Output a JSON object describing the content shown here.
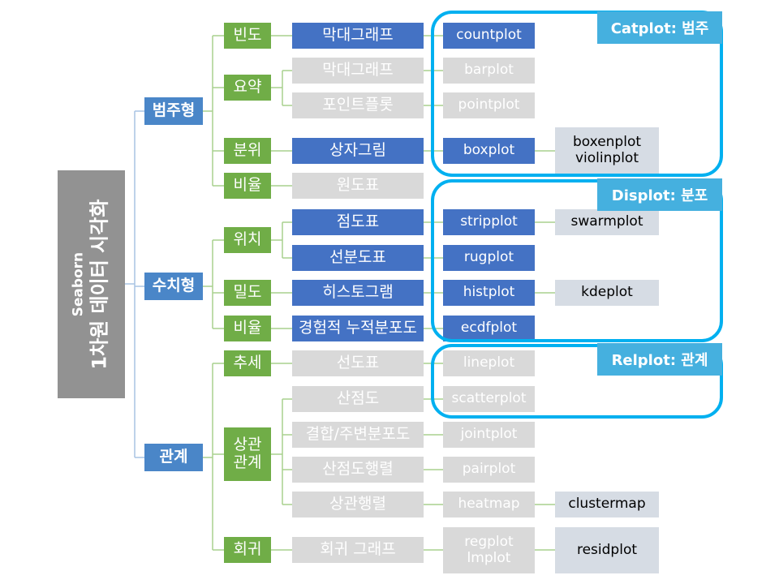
{
  "root": {
    "line1": "Seaborn",
    "line2": "1차원 데이터 시각화"
  },
  "categories": [
    {
      "label": "범주형"
    },
    {
      "label": "수치형"
    },
    {
      "label": "관계"
    }
  ],
  "subcategories": [
    {
      "label": "빈도"
    },
    {
      "label": "요약"
    },
    {
      "label": "분위"
    },
    {
      "label": "비율"
    },
    {
      "label": "위치"
    },
    {
      "label": "밀도"
    },
    {
      "label": "비율"
    },
    {
      "label": "추세"
    },
    {
      "label": "상관\n관계"
    },
    {
      "label": "회귀"
    }
  ],
  "rows": [
    {
      "korean": "막대그래프",
      "function": "countplot",
      "extra": "",
      "active": true
    },
    {
      "korean": "막대그래프",
      "function": "barplot",
      "extra": "",
      "active": false
    },
    {
      "korean": "포인트플롯",
      "function": "pointplot",
      "extra": "",
      "active": false
    },
    {
      "korean": "상자그림",
      "function": "boxplot",
      "extra": "boxenplot\nviolinplot",
      "active": true
    },
    {
      "korean": "원도표",
      "function": "",
      "extra": "",
      "active": false
    },
    {
      "korean": "점도표",
      "function": "stripplot",
      "extra": "swarmplot",
      "active": true
    },
    {
      "korean": "선분도표",
      "function": "rugplot",
      "extra": "",
      "active": true
    },
    {
      "korean": "히스토그램",
      "function": "histplot",
      "extra": "kdeplot",
      "active": true
    },
    {
      "korean": "경험적 누적분포도",
      "function": "ecdfplot",
      "extra": "",
      "active": true
    },
    {
      "korean": "선도표",
      "function": "lineplot",
      "extra": "",
      "active": false
    },
    {
      "korean": "산점도",
      "function": "scatterplot",
      "extra": "",
      "active": false
    },
    {
      "korean": "결합/주변분포도",
      "function": "jointplot",
      "extra": "",
      "active": false
    },
    {
      "korean": "산점도행렬",
      "function": "pairplot",
      "extra": "",
      "active": false
    },
    {
      "korean": "상관행렬",
      "function": "heatmap",
      "extra": "clustermap",
      "active": false
    },
    {
      "korean": "회귀 그래프",
      "function": "regplot\nlmplot",
      "extra": "residplot",
      "active": false
    }
  ],
  "groups": [
    {
      "label": "Catplot: 범주"
    },
    {
      "label": "Displot: 분포"
    },
    {
      "label": "Relplot: 관계"
    }
  ],
  "colors": {
    "root": "#929292",
    "category": "#4a86c8",
    "subcategory": "#70ad47",
    "active": "#4472c4",
    "inactive": "#d9d9d9",
    "extra": "#d6dce4",
    "group_border": "#00b0f0",
    "connector_root": "#a9c4e4",
    "connector_sub": "#a9d18e"
  }
}
